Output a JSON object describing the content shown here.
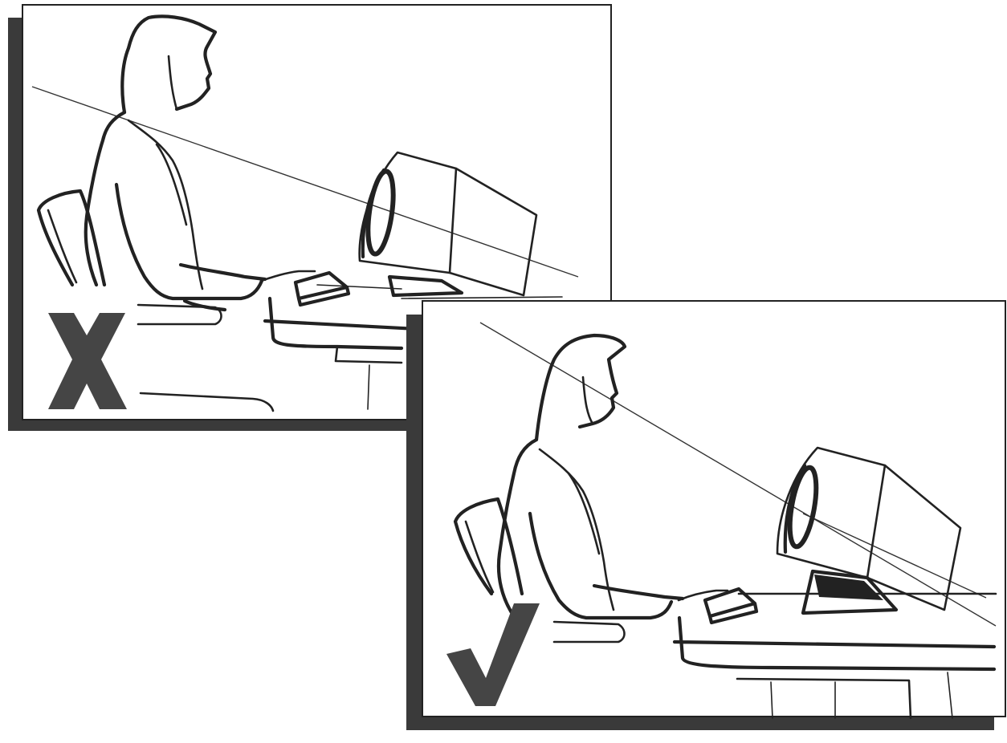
{
  "panels": [
    {
      "id": "incorrect",
      "mark": "cross",
      "mark_color": "#454545",
      "monitor_tilt_deg": 0
    },
    {
      "id": "correct",
      "mark": "check",
      "mark_color": "#454545",
      "monitor_tilt_deg": 0
    }
  ],
  "colors": {
    "frame_shadow": "#3a3a3a",
    "ink": "#222222",
    "paper": "#ffffff"
  }
}
